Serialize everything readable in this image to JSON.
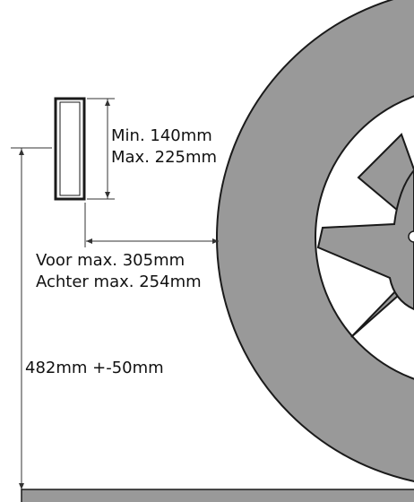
{
  "labels": {
    "min_height": "Min. 140mm",
    "max_height": "Max. 225mm",
    "front_distance": "Voor max. 305mm",
    "rear_distance": "Achter max. 254mm",
    "ground_height": "482mm +-50mm"
  },
  "colors": {
    "wheel_fill": "#999999",
    "outline": "#1a1a1a",
    "dimension_line": "#333333",
    "ground_fill": "#999999"
  }
}
